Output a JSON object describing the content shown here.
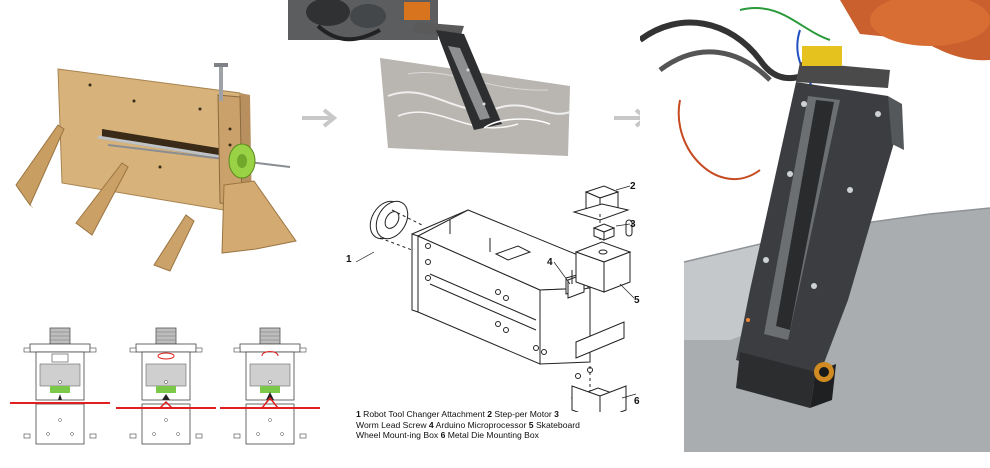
{
  "diagram": {
    "callouts": [
      "1",
      "2",
      "3",
      "4",
      "5",
      "6"
    ],
    "legend": [
      {
        "num": "1",
        "text": "Robot Tool Changer Attachment"
      },
      {
        "num": "2",
        "text": "Step-per Motor"
      },
      {
        "num": "3",
        "text": "Worm Lead Screw"
      },
      {
        "num": "4",
        "text": "Arduino Microprocessor"
      },
      {
        "num": "5",
        "text": "Skateboard Wheel Mount-ing Box"
      },
      {
        "num": "6",
        "text": "Metal Die Mounting Box"
      }
    ]
  },
  "colors": {
    "arrow": "#c8c8c8",
    "sheet_line": "#e02020",
    "wheel": "#8fd13a",
    "plywood": "#d9b57c"
  }
}
